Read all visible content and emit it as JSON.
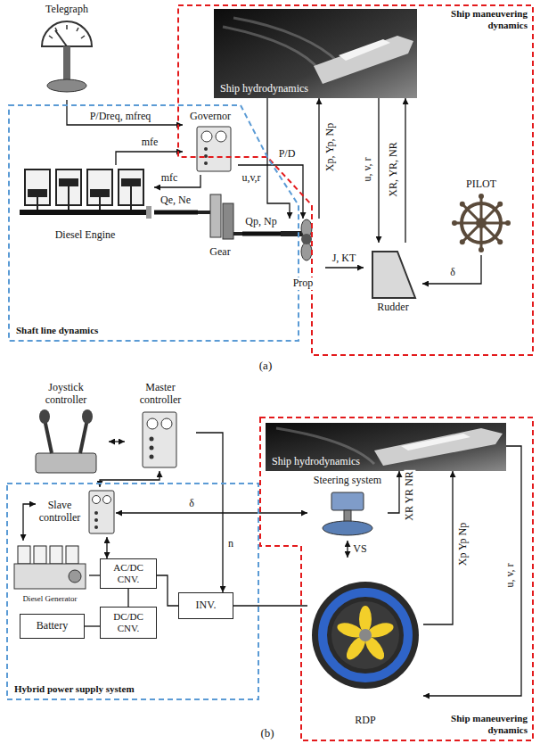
{
  "diagram": {
    "nodes": [
      {
        "text": [
          "Ship maneuvering dynamics"
        ]
      },
      {
        "text": [
          "Ship hydrodynamics"
        ],
        "in": 0
      },
      {
        "text": [
          "Telegraph"
        ]
      },
      {
        "text": [
          "Governor"
        ]
      },
      {
        "text": [
          "Shaft line dynamics"
        ]
      },
      {
        "text": [
          "Diesel Engine"
        ],
        "in": 4
      },
      {
        "text": [
          "Gear"
        ],
        "in": 4
      },
      {
        "text": [
          "Prop"
        ]
      },
      {
        "text": [
          "Rudder"
        ],
        "in": 0
      },
      {
        "text": [
          "PILOT"
        ],
        "in": 0
      },
      {
        "text": [
          "Joystick controller"
        ]
      },
      {
        "text": [
          "Master controller"
        ]
      },
      {
        "text": [
          "Ship maneuvering dynamics"
        ]
      },
      {
        "text": [
          "Ship hydrodynamics"
        ],
        "in": 12
      },
      {
        "text": [
          "Hybrid power supply system"
        ]
      },
      {
        "text": [
          "Slave controller"
        ],
        "in": 14
      },
      {
        "text": [
          "Steering system"
        ],
        "in": 12
      },
      {
        "text": [
          "Diesel Generator"
        ],
        "in": 14
      },
      {
        "text": [
          "AC/DC CNV."
        ],
        "in": 14
      },
      {
        "text": [
          "Battery"
        ],
        "in": 14
      },
      {
        "text": [
          "DC/DC CNV."
        ],
        "in": 14
      },
      {
        "text": [
          "INV."
        ],
        "in": 14
      },
      {
        "text": [
          "RDP"
        ],
        "in": 12
      }
    ],
    "edges": [
      {
        "from": 2,
        "to": 3,
        "arrow": "to",
        "label": "P/Dreq, mfreq"
      },
      {
        "from": 5,
        "to": 3,
        "arrow": "to",
        "label": "mfe"
      },
      {
        "from": 3,
        "to": 5,
        "arrow": "to",
        "label": "mfc"
      },
      {
        "from": 3,
        "to": 7,
        "arrow": "to",
        "label": "P/D"
      },
      {
        "from": 1,
        "to": 7,
        "arrow": "to",
        "label": "u,v,r"
      },
      {
        "from": 5,
        "to": 6,
        "arrow": "none",
        "label": "Qe, Ne"
      },
      {
        "from": 6,
        "to": 7,
        "arrow": "none",
        "label": "Qp, Np"
      },
      {
        "from": 7,
        "to": 1,
        "arrow": "to",
        "label": "Xp, Yp, Np"
      },
      {
        "from": 7,
        "to": 8,
        "arrow": "to",
        "label": "J, KT"
      },
      {
        "from": 1,
        "to": 8,
        "arrow": "to",
        "label": "u, v, r"
      },
      {
        "from": 8,
        "to": 1,
        "arrow": "to",
        "label": "XR, YR, NR"
      },
      {
        "from": 9,
        "to": 8,
        "arrow": "to",
        "label": "δ"
      },
      {
        "from": 10,
        "to": 11,
        "arrow": "both"
      },
      {
        "from": 11,
        "to": 15,
        "arrow": "both"
      },
      {
        "from": 11,
        "to": 21,
        "arrow": "to",
        "label": "n"
      },
      {
        "from": 15,
        "to": 16,
        "arrow": "both",
        "label": "δ"
      },
      {
        "from": 15,
        "to": 17,
        "arrow": "both"
      },
      {
        "from": 15,
        "to": 18,
        "arrow": "both"
      },
      {
        "from": 17,
        "to": 18,
        "arrow": "none"
      },
      {
        "from": 18,
        "to": 20,
        "arrow": "none"
      },
      {
        "from": 19,
        "to": 20,
        "arrow": "none"
      },
      {
        "from": 18,
        "to": 21,
        "arrow": "none"
      },
      {
        "from": 21,
        "to": 22,
        "arrow": "none"
      },
      {
        "from": 16,
        "to": 22,
        "arrow": "both",
        "label": "VS"
      },
      {
        "from": 16,
        "to": 13,
        "arrow": "to",
        "label": "XR YR NR"
      },
      {
        "from": 22,
        "to": 13,
        "arrow": "to",
        "label": "Xp Yp Np"
      },
      {
        "from": 13,
        "to": 22,
        "arrow": "to",
        "label": "u, v, r"
      }
    ],
    "labels": [
      "(a)",
      "(b)"
    ]
  }
}
